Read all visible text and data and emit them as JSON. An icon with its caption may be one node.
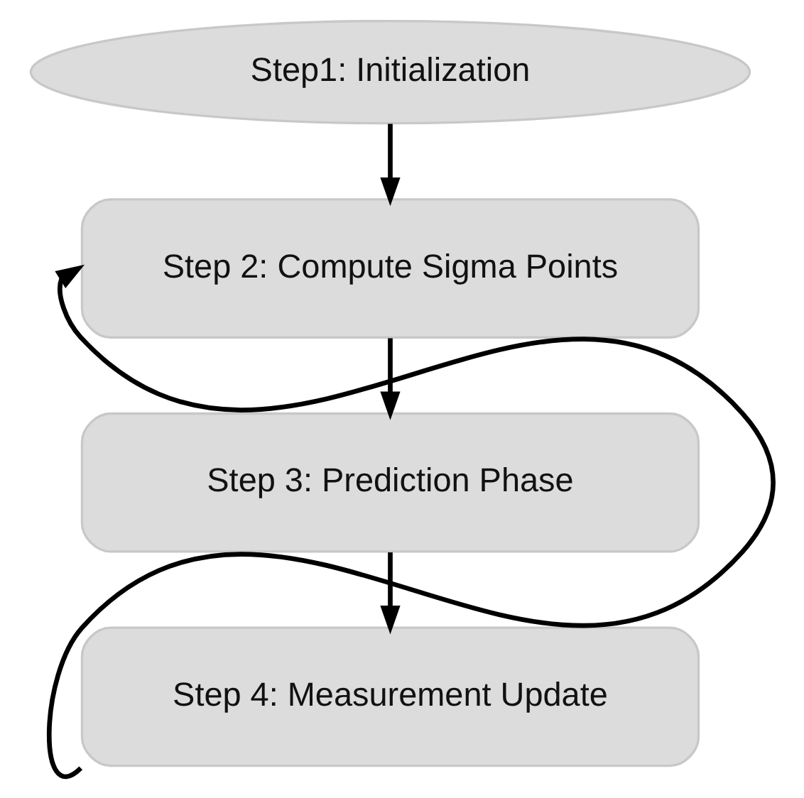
{
  "diagram": {
    "nodes": [
      {
        "text": [
          "Step1: Initialization"
        ]
      },
      {
        "text": [
          "Step 2: Compute Sigma Points"
        ]
      },
      {
        "text": [
          "Step 3: Prediction Phase"
        ]
      },
      {
        "text": [
          "Step 4: Measurement Update"
        ]
      }
    ],
    "edges": [
      {
        "from": 0,
        "to": 1,
        "arrow": "to"
      },
      {
        "from": 1,
        "to": 2,
        "arrow": "to"
      },
      {
        "from": 2,
        "to": 3,
        "arrow": "to"
      },
      {
        "from": 3,
        "to": 1,
        "arrow": "to"
      }
    ]
  }
}
